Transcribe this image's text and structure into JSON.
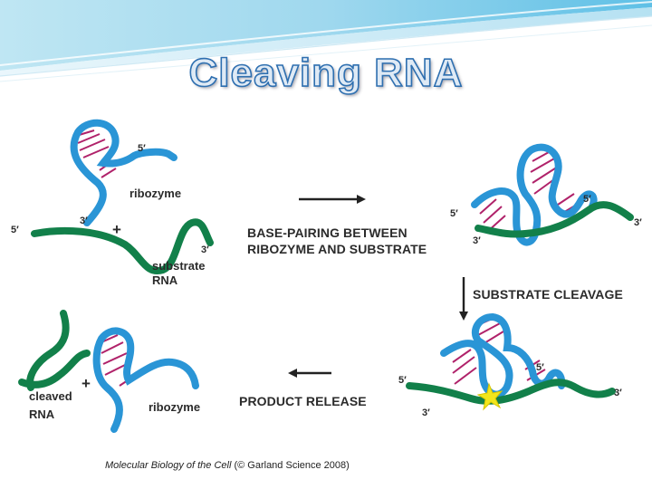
{
  "slide": {
    "title": "Cleaving RNA",
    "citation_italic": "Molecular Biology of the Cell",
    "citation_rest": " (© Garland Science 2008)"
  },
  "diagram": {
    "steps": [
      {
        "line1": "BASE-PAIRING BETWEEN",
        "line2": "RIBOZYME AND SUBSTRATE"
      },
      {
        "line1": "SUBSTRATE CLEAVAGE"
      },
      {
        "line1": "PRODUCT RELEASE"
      }
    ],
    "labels": {
      "ribozyme": "ribozyme",
      "substrate_line1": "substrate",
      "substrate_line2": "RNA",
      "cleaved_line1": "cleaved",
      "cleaved_line2": "RNA",
      "ribozyme_bottom": "ribozyme",
      "plus": "+",
      "five_prime": "5′",
      "three_prime": "3′"
    },
    "colors": {
      "ribozyme": "#2a95d6",
      "substrate": "#12804a",
      "base_pair": "#b0226a",
      "cleavage_star": "#f2e61c",
      "arrow": "#222222",
      "title_outline": "#2e6fb0"
    }
  }
}
